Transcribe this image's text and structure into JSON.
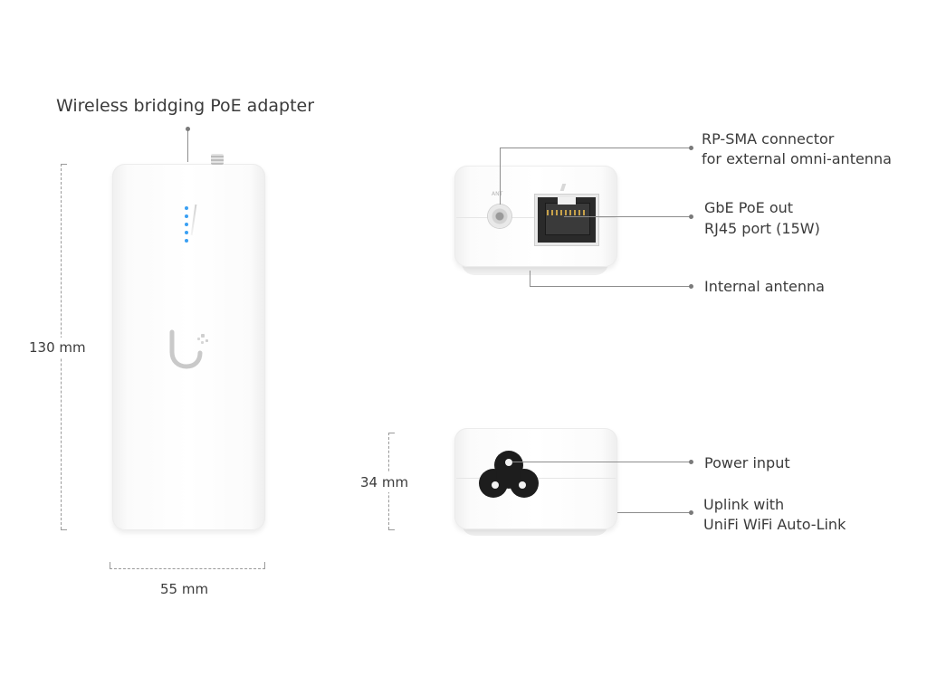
{
  "title": "Wireless bridging PoE adapter",
  "dimensions": {
    "height": "130 mm",
    "width": "55 mm",
    "depth": "34 mm"
  },
  "callouts": {
    "rpsma_line1": "RP-SMA connector",
    "rpsma_line2": "for external omni-antenna",
    "gbe_line1": "GbE PoE out",
    "gbe_line2": "RJ45 port (15W)",
    "internal_antenna": "Internal antenna",
    "power_input": "Power input",
    "uplink_line1": "Uplink with",
    "uplink_line2": "UniFi WiFi Auto-Link"
  },
  "port_marking": "ANT",
  "colors": {
    "led": "#3aa0f3",
    "leader_line": "#8d8d8d",
    "device_body": "#ffffff"
  }
}
